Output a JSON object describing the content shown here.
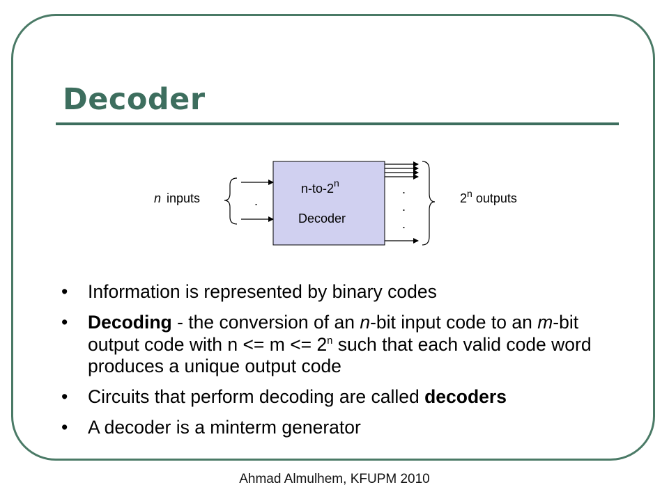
{
  "slide": {
    "title": "Decoder",
    "footer": "Ahmad Almulhem, KFUPM 2010"
  },
  "diagram": {
    "box_line1": "n-to-2",
    "box_line1_sup": "n",
    "box_line2": "Decoder",
    "inputs_var": "n",
    "inputs_label": "inputs",
    "outputs_base": "2",
    "outputs_sup": "n",
    "outputs_label": "outputs",
    "dot": "."
  },
  "bullets": [
    {
      "marker": "•",
      "text": "Information is represented by binary codes"
    },
    {
      "marker": "•",
      "bold": "Decoding",
      "t1": " - the conversion of an ",
      "i1": "n",
      "t2": "-bit input code to an ",
      "i2": "m",
      "t3": "-bit output code with n <= m <= 2",
      "sup": "n",
      "t4": " such that each valid code word produces a unique output code"
    },
    {
      "marker": "•",
      "text": "Circuits that perform decoding are called ",
      "bold": "decoders"
    },
    {
      "marker": "•",
      "text": "A decoder is a minterm generator"
    }
  ],
  "colors": {
    "accent": "#3d6e5e",
    "frame": "#4a7a66",
    "box_fill": "#d0d0f0"
  }
}
